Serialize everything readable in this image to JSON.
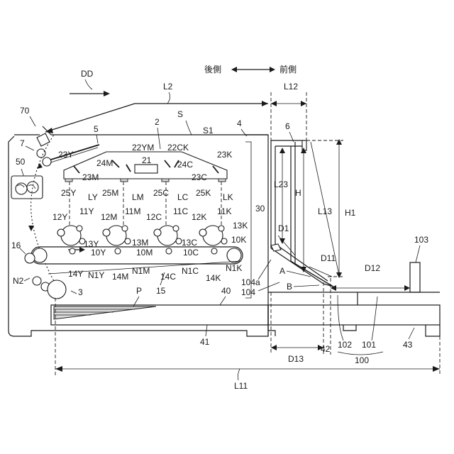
{
  "orientation": {
    "rear": "後側",
    "front": "前側"
  },
  "labels": {
    "DD": "DD",
    "L2": "L2",
    "L12": "L12",
    "L13": "L13",
    "L23": "L23",
    "H": "H",
    "H1": "H1",
    "D1": "D1",
    "D11": "D11",
    "D12": "D12",
    "D13": "D13",
    "L11": "L11",
    "A": "A",
    "B": "B",
    "S": "S",
    "S1": "S1",
    "P": "P",
    "n2": "2",
    "n3": "3",
    "n4": "4",
    "n5": "5",
    "n6": "6",
    "n7": "7",
    "n15": "15",
    "n16": "16",
    "n21": "21",
    "n30": "30",
    "n40": "40",
    "n41": "41",
    "n42": "42",
    "n43": "43",
    "n50": "50",
    "n70": "70",
    "n100": "100",
    "n101": "101",
    "n102": "102",
    "n103": "103",
    "n104": "104",
    "n104a": "104a",
    "N2": "N2",
    "22YM": "22YM",
    "22CK": "22CK",
    "23Y": "23Y",
    "23M": "23M",
    "23C": "23C",
    "23K": "23K",
    "24M": "24M",
    "24C": "24C",
    "25Y": "25Y",
    "25M": "25M",
    "25C": "25C",
    "25K": "25K",
    "LY": "LY",
    "LM": "LM",
    "LC": "LC",
    "LK": "LK",
    "11Y": "11Y",
    "11M": "11M",
    "11C": "11C",
    "11K": "11K",
    "12Y": "12Y",
    "12M": "12M",
    "12C": "12C",
    "12K": "12K",
    "13Y": "13Y",
    "13M": "13M",
    "13C": "13C",
    "13K": "13K",
    "10Y": "10Y",
    "10M": "10M",
    "10C": "10C",
    "10K": "10K",
    "14Y": "14Y",
    "14M": "14M",
    "14C": "14C",
    "14K": "14K",
    "N1Y": "N1Y",
    "N1M": "N1M",
    "N1C": "N1C",
    "N1K": "N1K"
  }
}
